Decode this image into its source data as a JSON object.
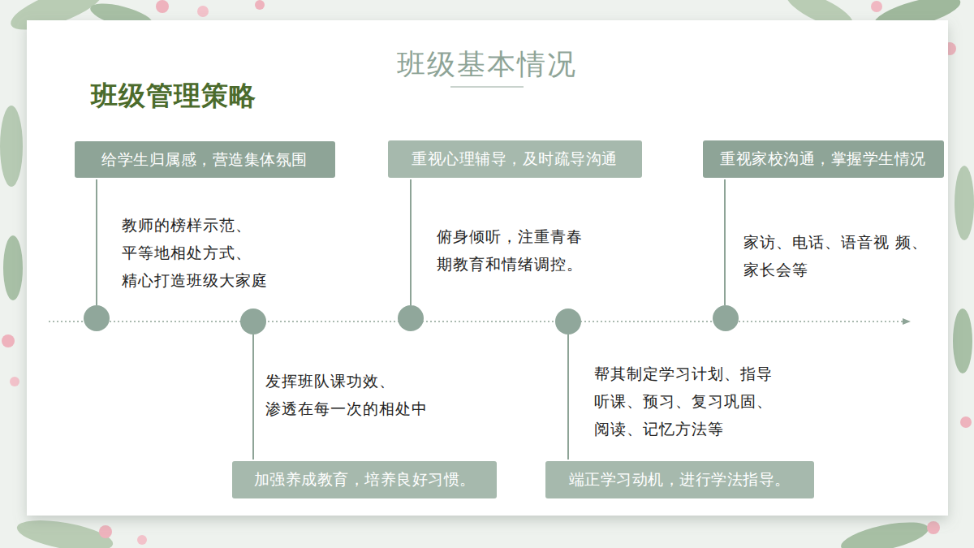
{
  "diagram": {
    "title": "班级基本情况",
    "nodes": [
      {
        "text": [
          "给学生归属感，营造集体氛围",
          "教师的榜样示范、 平等地相处方式、 精心打造班级大家庭"
        ]
      },
      {
        "text": [
          "加强养成教育，培养良好习惯。",
          "发挥班队课功效、 渗透在每一次的相处中"
        ]
      },
      {
        "text": [
          "重视心理辅导，及时疏导沟通",
          "俯身倾听，注重青春 期教育和情绪调控。"
        ]
      },
      {
        "text": [
          "端正学习动机，进行学法指导。",
          "帮其制定学习计划、指导 听课、预习、复习巩固、 阅读、记忆方法等"
        ]
      },
      {
        "text": [
          "重视家校沟通，掌握学生情况",
          "家访、电话、语音视 频、家长会等"
        ]
      }
    ],
    "labels": [
      "班级管理策略"
    ]
  }
}
